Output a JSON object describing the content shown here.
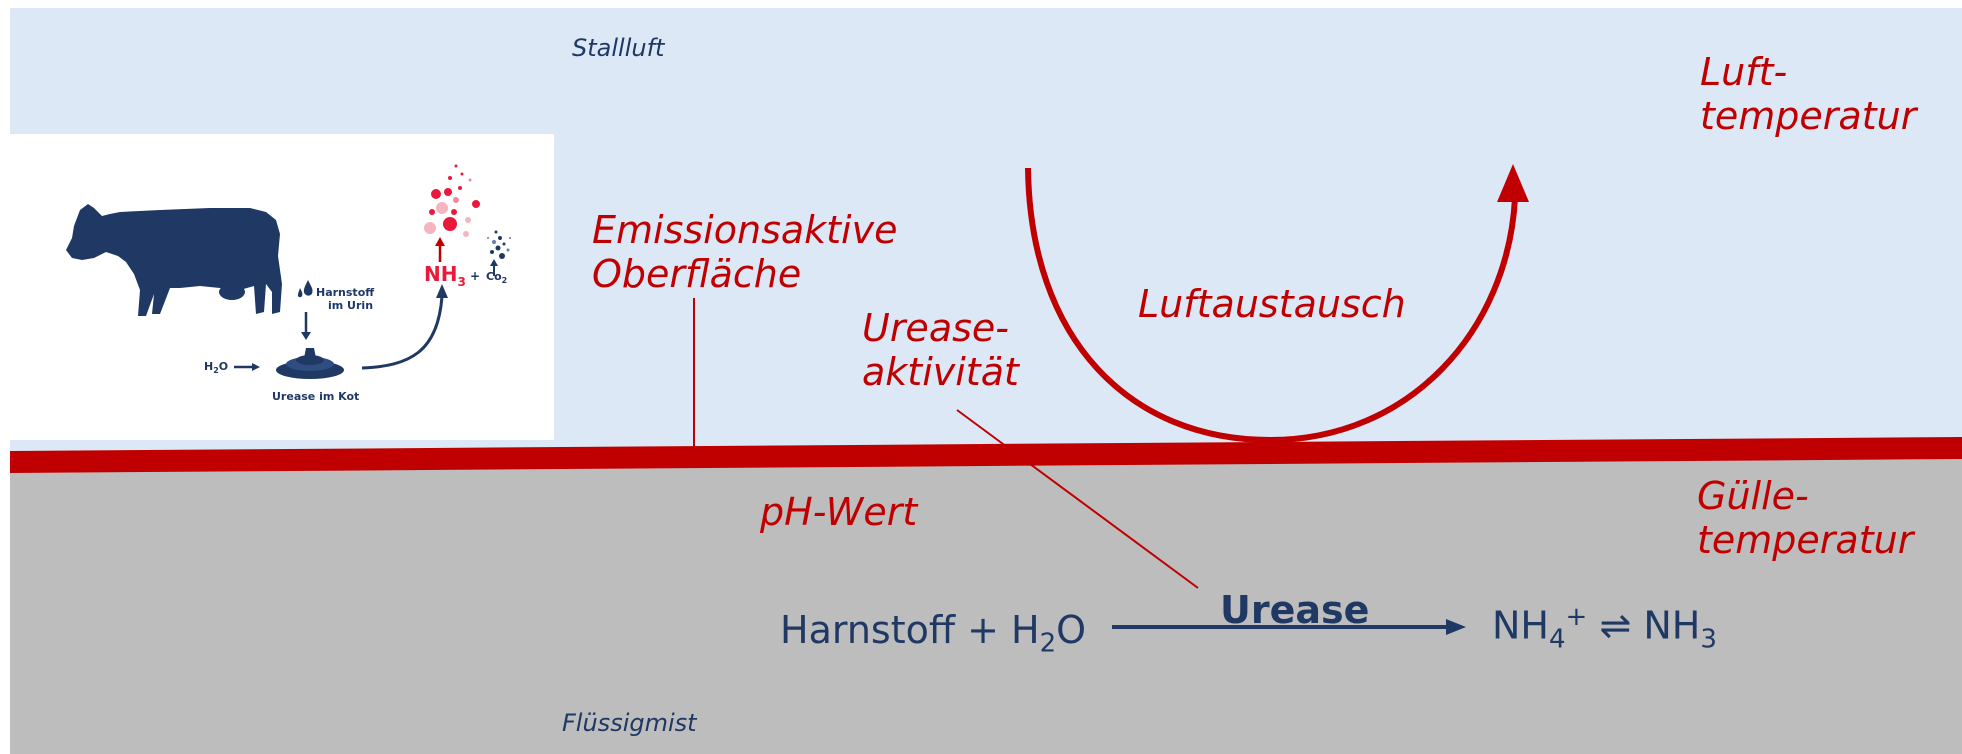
{
  "labels": {
    "stallluft": "Stallluft",
    "fluessigmist": "Flüssigmist",
    "luft_temp_1": "Luft-",
    "luft_temp_2": "temperatur",
    "emission_1": "Emissionsaktive",
    "emission_2": "Oberfläche",
    "urease_akt_1": "Urease-",
    "urease_akt_2": "aktivität",
    "luftaustausch": "Luftaustausch",
    "ph_wert": "pH-Wert",
    "guelle_temp_1": "Gülle-",
    "guelle_temp_2": "temperatur"
  },
  "reaction": {
    "left_term": "Harnstoff + H",
    "left_sub": "2",
    "left_end": "O",
    "enzyme": "Urease",
    "right_nh": "NH",
    "right_sub1": "4",
    "right_sup": "+",
    "equilibrium": " ⇌ NH",
    "right_sub2": "3"
  },
  "inset": {
    "harnstoff_1": "Harnstoff",
    "harnstoff_2": "im Urin",
    "water": "H",
    "water_sub": "2",
    "water_end": "O",
    "urease_kot": "Urease im Kot",
    "nh3": "NH",
    "nh3_sub": "3",
    "plus": "+",
    "co2": "Co",
    "co2_sub": "2"
  },
  "colors": {
    "sky": "#dce8f6",
    "ground": "#bdbdbd",
    "accent_red": "#c00000",
    "navy": "#1f3864"
  }
}
